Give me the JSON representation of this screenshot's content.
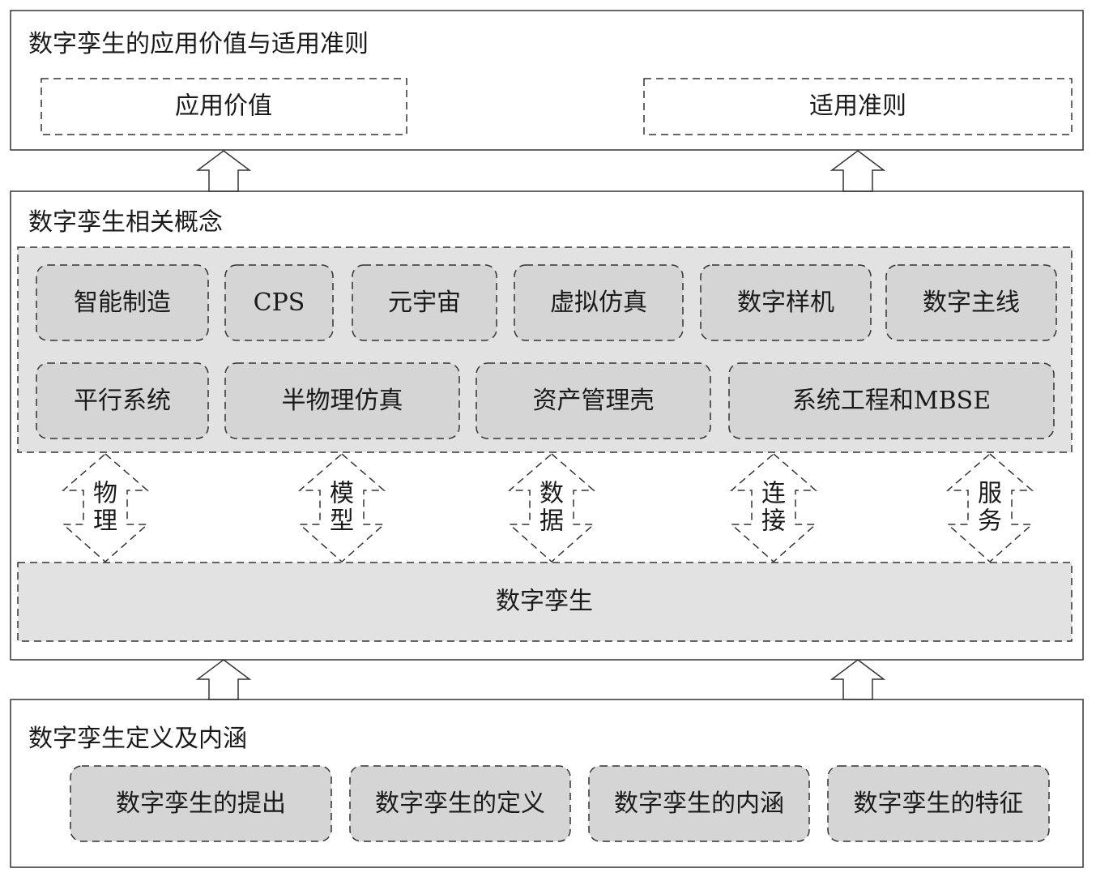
{
  "top_section": {
    "title": "数字孪生的应用价值与适用准则",
    "items": [
      "应用价值",
      "适用准则"
    ]
  },
  "middle_section": {
    "title": "数字孪生相关概念",
    "concepts_row1": [
      "智能制造",
      "CPS",
      "元宇宙",
      "虚拟仿真",
      "数字样机",
      "数字主线"
    ],
    "concepts_row2": [
      "平行系统",
      "半物理仿真",
      "资产管理壳",
      "系统工程和MBSE"
    ],
    "links": [
      [
        "物",
        "理"
      ],
      [
        "模",
        "型"
      ],
      [
        "数",
        "据"
      ],
      [
        "连",
        "接"
      ],
      [
        "服",
        "务"
      ]
    ],
    "base": "数字孪生"
  },
  "bottom_section": {
    "title": "数字孪生定义及内涵",
    "items": [
      "数字孪生的提出",
      "数字孪生的定义",
      "数字孪生的内涵",
      "数字孪生的特征"
    ]
  },
  "colors": {
    "panel": "#e2e2e2",
    "box": "#d5d5d5",
    "stroke": "#333333"
  }
}
